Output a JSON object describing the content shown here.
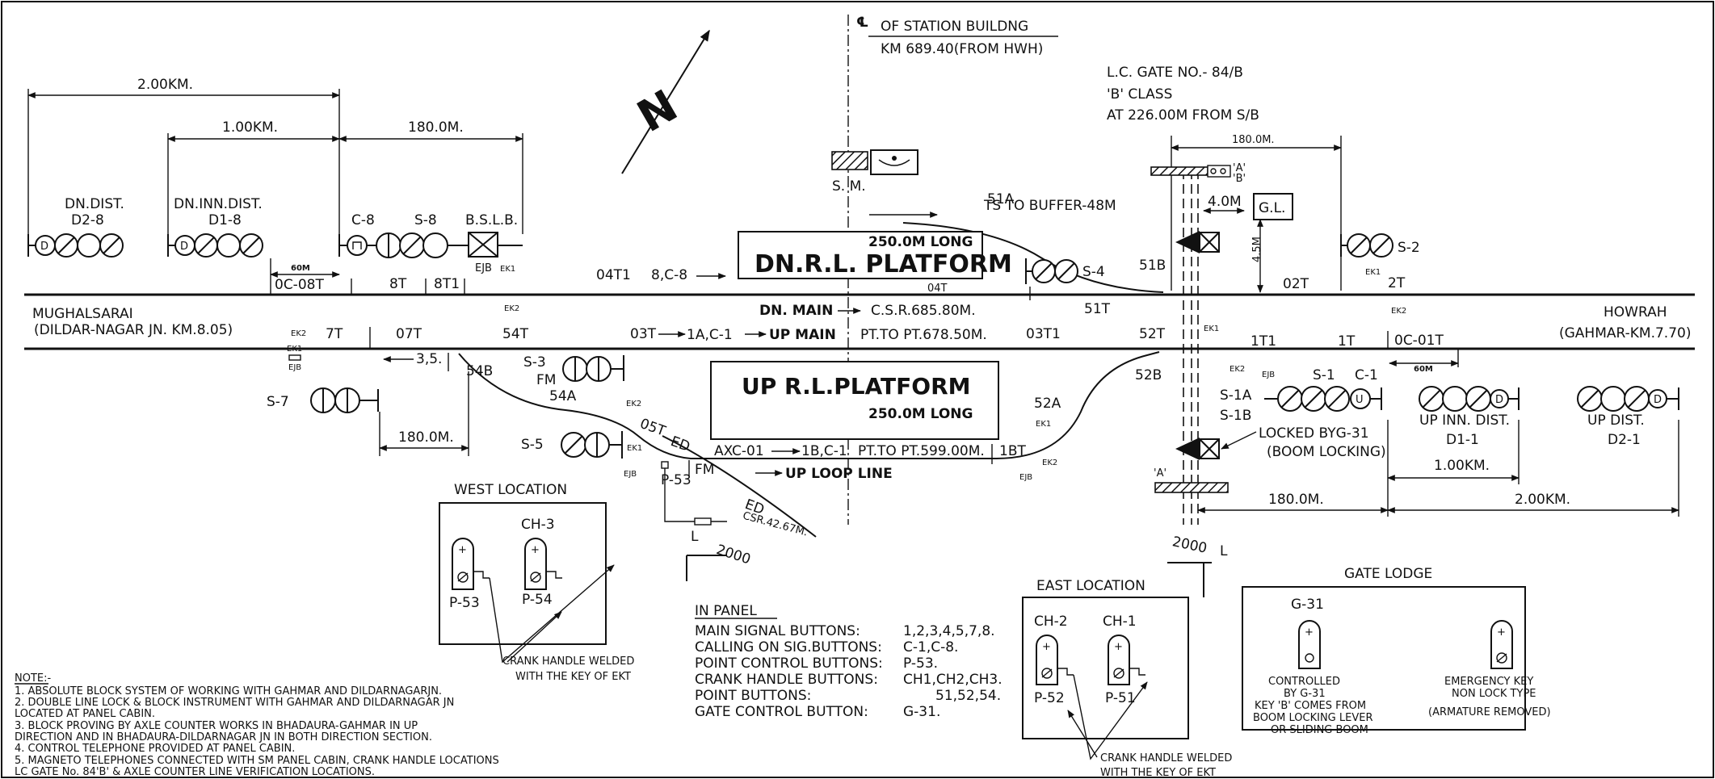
{
  "header": {
    "centre_line": "℄",
    "station_building": "OF STATION BUILDNG",
    "station_km": "KM 689.40(FROM HWH)",
    "north": "N"
  },
  "lc_gate": {
    "line1": "L.C. GATE NO.- 84/B",
    "line2": "'B' CLASS",
    "line3": "AT 226.00M FROM S/B",
    "dist": "180.0M.",
    "gate_a": "'A'",
    "gate_b": "'B'",
    "clear": "4.0M",
    "gl": "G.L.",
    "height": "4.5M",
    "gate_a_low": "'A'",
    "locked": "LOCKED BYG-31",
    "boom": "(BOOM LOCKING)"
  },
  "dims": {
    "d2km": "2.00KM.",
    "d1km": "1.00KM.",
    "d180": "180.0M.",
    "d60": "60M",
    "d180_left_low": "180.0M.",
    "d180_right_low": "180.0M.",
    "d1km_right": "1.00KM.",
    "d2km_right": "2.00KM.",
    "d60_right": "60M",
    "d35": "3,5."
  },
  "stations": {
    "left_name": "MUGHALSARAI",
    "left_sub": "(DILDAR-NAGAR JN. KM.8.05)",
    "right_name": "HOWRAH",
    "right_sub": "(GAHMAR-KM.7.70)"
  },
  "signals": {
    "dn_dist_a": "DN.DIST.",
    "dn_dist_b": "D2-8",
    "dn_inn_a": "DN.INN.DIST.",
    "dn_inn_b": "D1-8",
    "c8": "C-8",
    "s8": "S-8",
    "bslb": "B.S.L.B.",
    "s7": "S-7",
    "s3": "S-3",
    "s5": "S-5",
    "s4": "S-4",
    "s2": "S-2",
    "s1": "S-1",
    "c1": "C-1",
    "s1a": "S-1A",
    "s1b": "S-1B",
    "up_inn_a": "UP INN. DIST.",
    "up_inn_b": "D1-1",
    "up_dist_a": "UP DIST.",
    "up_dist_b": "D2-1",
    "fm1": "FM",
    "fm2": "FM"
  },
  "tracks": {
    "oc08t": "0C-08T",
    "t8": "8T",
    "t8_1": "8T1",
    "t7": "7T",
    "t07": "07T",
    "t54": "54T",
    "t04_1": "04T1",
    "c8_route": "8,C-8",
    "t04": "04T",
    "t03": "03T",
    "up_route": "1A,C-1",
    "t03_1": "03T1",
    "t51": "51T",
    "t52": "52T",
    "t02": "02T",
    "t2": "2T",
    "t1_1": "1T1",
    "t1": "1T",
    "oc01t": "0C-01T",
    "t05": "05T",
    "t1bt": "1BT",
    "dn_main": "DN. MAIN",
    "csr_dn": "C.S.R.685.80M.",
    "up_main": "UP MAIN",
    "pt_up": "PT.TO PT.678.50M.",
    "axc": "AXC-01",
    "loop_route": "1B,C-1",
    "pt_loop": "PT.TO PT.599.00M.",
    "up_loop": "UP LOOP LINE",
    "csr_small": "CSR.42.67M.",
    "ed1": "ED",
    "ed2": "ED",
    "ts_buffer": "TS TO BUFFER-48M"
  },
  "equip": {
    "ek1": "EK1",
    "ek2": "EK2",
    "ejb": "EJB"
  },
  "points": {
    "p51a": "51A",
    "p51b": "51B",
    "p54b": "54B",
    "p54a": "54A",
    "p52a": "52A",
    "p52b": "52B",
    "p53": "P-53",
    "l2000": "L",
    "n2000": "2000",
    "sm": "S. M."
  },
  "platforms": {
    "dn_len": "250.0M LONG",
    "dn_name": "DN.R.L. PLATFORM",
    "up_name": "UP R.L.PLATFORM",
    "up_len": "250.0M LONG"
  },
  "west": {
    "title": "WEST LOCATION",
    "ch3": "CH-3",
    "p53": "P-53",
    "p54": "P-54",
    "note1": "CRANK HANDLE WELDED",
    "note2": "WITH THE KEY OF EKT"
  },
  "east": {
    "title": "EAST LOCATION",
    "ch2": "CH-2",
    "ch1": "CH-1",
    "p52": "P-52",
    "p51": "P-51",
    "note1": "CRANK HANDLE WELDED",
    "note2": "WITH THE KEY OF EKT"
  },
  "gate_lodge": {
    "title": "GATE LODGE",
    "g31": "G-31",
    "c1": "CONTROLLED",
    "c2": "BY G-31",
    "c3": "KEY 'B' COMES FROM",
    "c4": "BOOM LOCKING LEVER",
    "c5": "OR SLIDING BOOM",
    "e1": "EMERGENCY KEY",
    "e2": "NON LOCK TYPE",
    "e3": "(ARMATURE REMOVED)"
  },
  "panel": {
    "title": "IN PANEL",
    "rows": [
      {
        "label": "MAIN SIGNAL BUTTONS:",
        "value": "1,2,3,4,5,7,8."
      },
      {
        "label": "CALLING ON SIG.BUTTONS:",
        "value": "C-1,C-8."
      },
      {
        "label": "POINT CONTROL BUTTONS:",
        "value": "P-53."
      },
      {
        "label": "CRANK HANDLE BUTTONS:",
        "value": "CH1,CH2,CH3."
      },
      {
        "label": "POINT BUTTONS:",
        "value": "51,52,54."
      },
      {
        "label": "GATE CONTROL BUTTON:",
        "value": "G-31."
      }
    ]
  },
  "notes": {
    "title": "NOTE:-",
    "lines": [
      "1. ABSOLUTE BLOCK SYSTEM OF WORKING WITH GAHMAR AND DILDARNAGARJN.",
      "2. DOUBLE LINE LOCK & BLOCK INSTRUMENT WITH GAHMAR AND DILDARNAGAR JN",
      "    LOCATED AT PANEL CABIN.",
      "3. BLOCK PROVING  BY AXLE COUNTER WORKS IN BHADAURA-GAHMAR IN UP",
      "    DIRECTION AND IN BHADAURA-DILDARNAGAR JN IN BOTH DIRECTION SECTION.",
      "4. CONTROL TELEPHONE PROVIDED AT PANEL CABIN.",
      "5. MAGNETO TELEPHONES CONNECTED WITH SM PANEL CABIN, CRANK HANDLE LOCATIONS",
      "    LC GATE No. 84'B' & AXLE COUNTER LINE VERIFICATION LOCATIONS."
    ]
  }
}
